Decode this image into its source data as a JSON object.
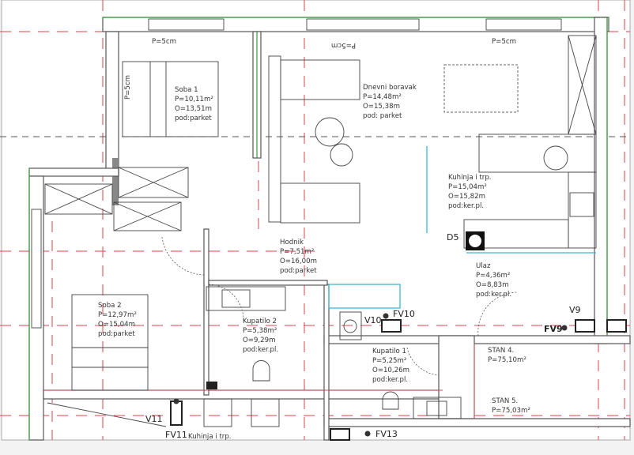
{
  "plan": {
    "dim_labels": [
      "P=5cm",
      "P=5cm",
      "P=5cm",
      "P=5cm"
    ],
    "rooms": [
      {
        "name": "Soba 1",
        "area": "P=10,11m²",
        "perimeter": "O=13,51m",
        "floor": "pod:parket"
      },
      {
        "name": "Dnevni boravak",
        "area": "P=14,48m²",
        "perimeter": "O=15,38m",
        "floor": "pod: parket"
      },
      {
        "name": "Kuhinja i trp.",
        "area": "P=15,04m²",
        "perimeter": "O=15,82m",
        "floor": "pod:ker.pl."
      },
      {
        "name": "Hodnik",
        "area": "P=7,51m²",
        "perimeter": "O=16,00m",
        "floor": "pod:parket"
      },
      {
        "name": "Ulaz",
        "area": "P=4,36m²",
        "perimeter": "O=8,83m",
        "floor": "pod:ker.pl."
      },
      {
        "name": "Soba 2",
        "area": "P=12,97m²",
        "perimeter": "O=15,04m",
        "floor": "pod:parket"
      },
      {
        "name": "Kupatilo 2",
        "area": "P=5,38m²",
        "perimeter": "O=9,29m",
        "floor": "pod:ker.pl."
      },
      {
        "name": "Kupatilo 1",
        "area": "P=5,25m²",
        "perimeter": "O=10,26m",
        "floor": "pod:ker.pl."
      }
    ],
    "apartments": [
      {
        "name": "STAN 4.",
        "area": "P=75,10m²"
      },
      {
        "name": "STAN 5.",
        "area": "P=75,03m²"
      }
    ],
    "tags": {
      "d5": "D5",
      "v9": "V9",
      "fv9": "FV9",
      "v10": "V10",
      "fv10": "FV10",
      "v11": "V11",
      "fv11": "FV11",
      "fv13": "FV13",
      "kitchen_below": "Kuhinja i trp."
    }
  }
}
